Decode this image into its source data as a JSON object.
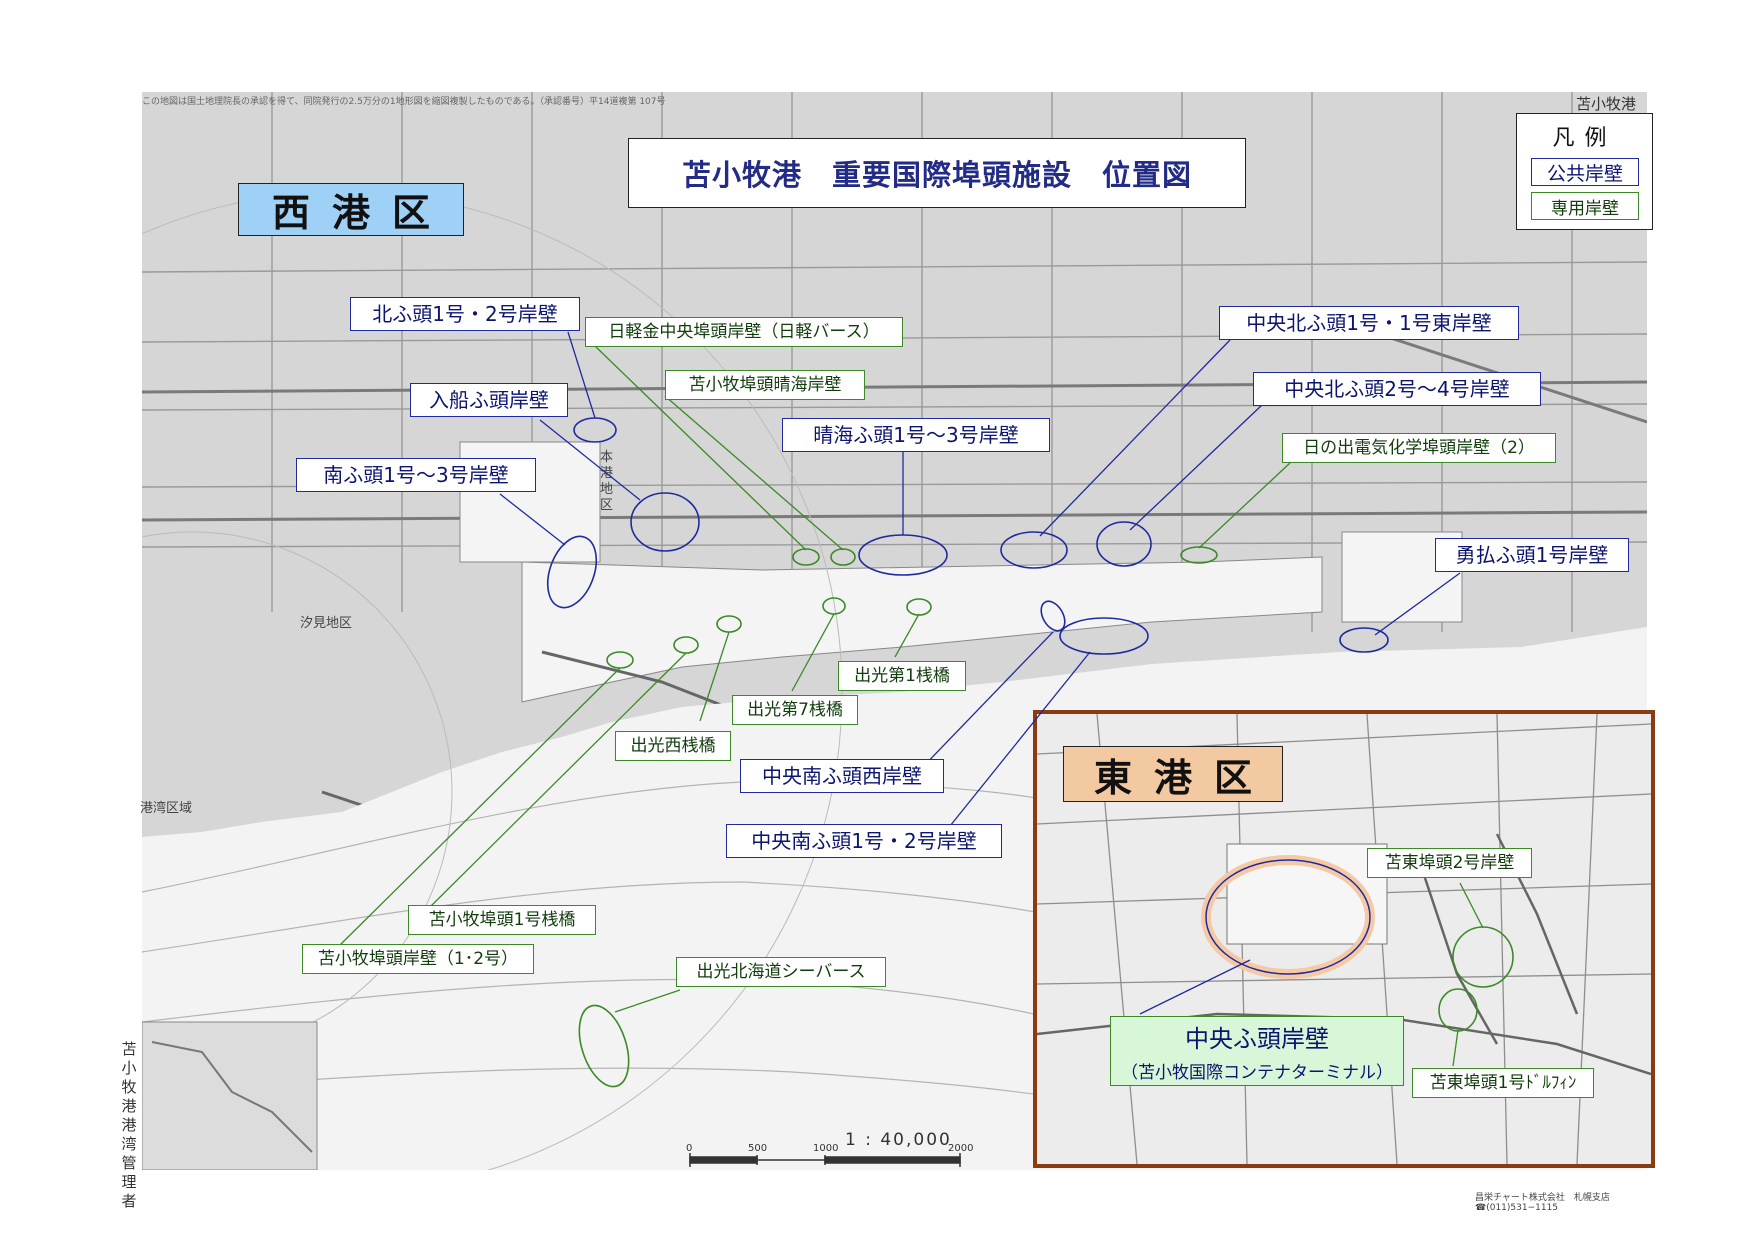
{
  "map": {
    "title": "苫小牧港　重要国際埠頭施設　位置図",
    "copyright_note": "この地図は国土地理院長の承認を得て、同院発行の2.5万分の1地形図を縮図複製したものである。（承認番号）平14道複第 107号",
    "corner_name": "苫小牧港",
    "side_text": "苫小牧港港湾管理者",
    "scale_text": "1 : 40,000",
    "scale_ticks": [
      "0",
      "500",
      "1000",
      "2000"
    ],
    "print_credit": "昌栄チャート株式会社　札幌支店",
    "print_phone": "☎(011)531−1115",
    "place_names": [
      "汐見地区",
      "港湾区域",
      "本港地区"
    ]
  },
  "legend": {
    "title": "凡例",
    "public_label": "公共岸壁",
    "private_label": "専用岸壁",
    "public_color": "#1f2a9e",
    "private_color": "#3b8a26"
  },
  "districts": {
    "west": "西港区",
    "east": "東港区",
    "west_color": "#9fd0f5",
    "east_color": "#f3c9a2"
  },
  "public_berths": [
    "北ふ頭1号・2号岸壁",
    "入船ふ頭岸壁",
    "南ふ頭1号～3号岸壁",
    "晴海ふ頭1号～3号岸壁",
    "中央北ふ頭1号・1号東岸壁",
    "中央北ふ頭2号～4号岸壁",
    "勇払ふ頭1号岸壁",
    "中央南ふ頭西岸壁",
    "中央南ふ頭1号・2号岸壁"
  ],
  "private_berths": [
    "日軽金中央埠頭岸壁（日軽バース）",
    "苫小牧埠頭晴海岸壁",
    "日の出電気化学埠頭岸壁（2）",
    "出光第1桟橋",
    "出光第7桟橋",
    "出光西桟橋",
    "苫小牧埠頭1号桟橋",
    "苫小牧埠頭岸壁（1･2号）",
    "出光北海道シーバース",
    "苫東埠頭2号岸壁",
    "苫東埠頭1号ﾄﾞﾙﾌｨﾝ"
  ],
  "container_terminal": {
    "name": "中央ふ頭岸壁",
    "sub": "（苫小牧国際コンテナターミナル）",
    "highlight_color": "#f5c9a4"
  }
}
